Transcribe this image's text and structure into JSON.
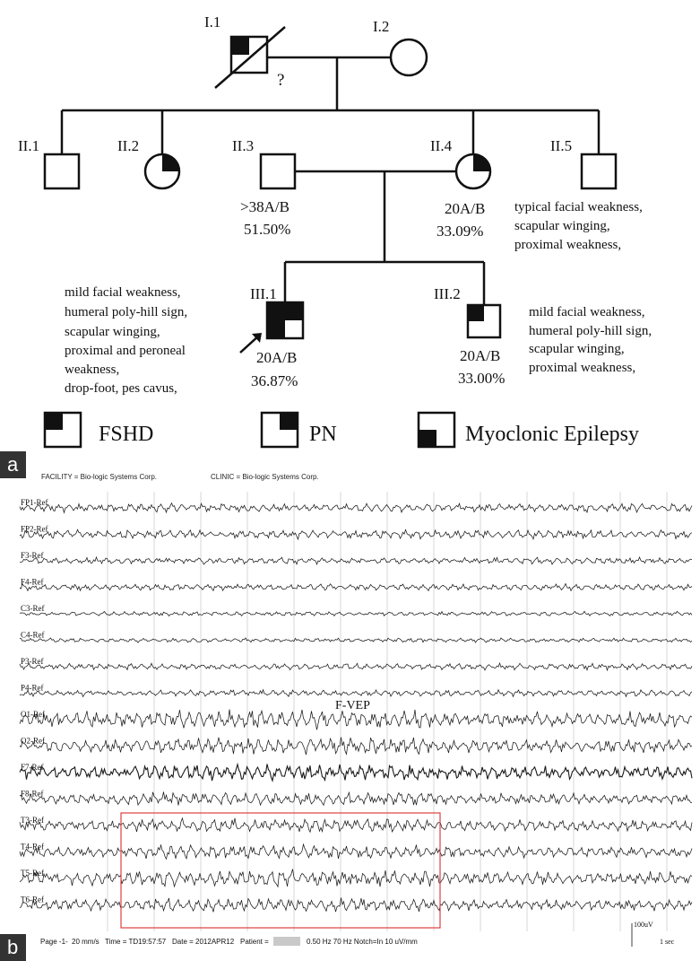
{
  "pedigree": {
    "individuals": [
      {
        "id": "I.1",
        "sex": "male",
        "deceased": true,
        "shading": "top-left",
        "note": "?"
      },
      {
        "id": "I.2",
        "sex": "female",
        "shading": "none"
      },
      {
        "id": "II.1",
        "sex": "male",
        "shading": "none"
      },
      {
        "id": "II.2",
        "sex": "female",
        "shading": "top-right"
      },
      {
        "id": "II.3",
        "sex": "male",
        "shading": "none",
        "allele": ">38A/B",
        "percent": "51.50%"
      },
      {
        "id": "II.4",
        "sex": "female",
        "shading": "top-right",
        "allele": "20A/B",
        "percent": "33.09%"
      },
      {
        "id": "II.5",
        "sex": "male",
        "shading": "none",
        "symptoms": [
          "typical facial weakness,",
          "scapular winging,",
          "proximal weakness,"
        ]
      },
      {
        "id": "III.1",
        "sex": "male",
        "shading": "three-quadrants",
        "proband": true,
        "allele": "20A/B",
        "percent": "36.87%",
        "symptoms": [
          "mild facial weakness,",
          "humeral poly-hill sign,",
          "scapular winging,",
          "proximal and peroneal",
          "weakness,",
          "drop-foot, pes cavus,"
        ]
      },
      {
        "id": "III.2",
        "sex": "male",
        "shading": "top-left",
        "allele": "20A/B",
        "percent": "33.00%",
        "symptoms": [
          "mild facial weakness,",
          "humeral poly-hill sign,",
          "scapular winging,",
          "proximal weakness,"
        ]
      }
    ],
    "legend": [
      {
        "label": "FSHD",
        "shading": "top-left"
      },
      {
        "label": "PN",
        "shading": "top-right"
      },
      {
        "label": "Myoclonic Epilepsy",
        "shading": "bottom-left"
      }
    ]
  },
  "panel_labels": {
    "a": "a",
    "b": "b"
  },
  "eeg": {
    "facility": "FACILITY = Bio-logic Systems Corp.",
    "clinic": "CLINIC = Bio-logic Systems Corp.",
    "channels": [
      "FP1-Ref",
      "FP2-Ref",
      "F3-Ref",
      "F4-Ref",
      "C3-Ref",
      "C4-Ref",
      "P3-Ref",
      "P4-Ref",
      "O1-Ref",
      "O2-Ref",
      "F7-Ref",
      "F8-Ref",
      "T3-Ref",
      "T4-Ref",
      "T5-Ref",
      "T6-Ref"
    ],
    "annotation": "F-VEP",
    "scale_voltage": "100uV",
    "scale_time": "1 sec",
    "footer": {
      "page": "Page -1-",
      "speed": "20 mm/s",
      "time": "Time = TD19:57:57",
      "date": "Date = 2012APR12",
      "patient": "Patient =",
      "filters": "0.50 Hz  70 Hz  Notch=In  10 uV/mm"
    },
    "highlight_color": "#e04040"
  }
}
